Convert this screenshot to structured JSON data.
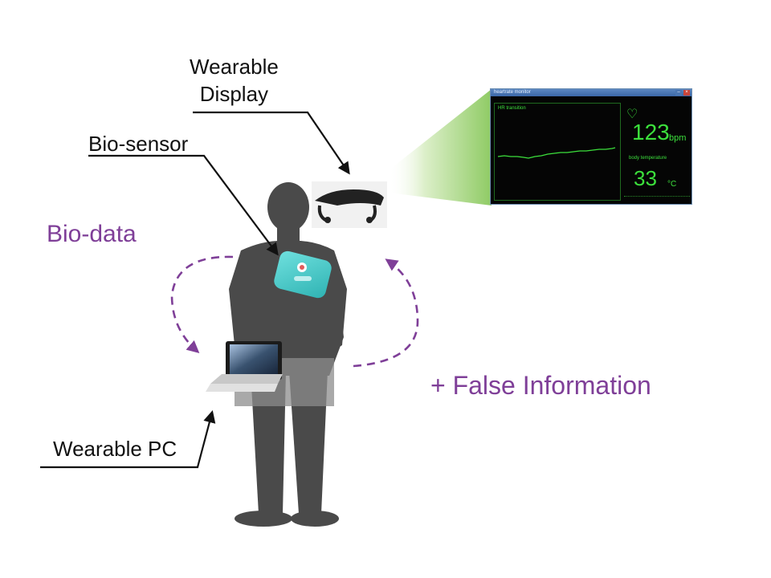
{
  "labels": {
    "wearable_display_line1": "Wearable",
    "wearable_display_line2": "Display",
    "bio_sensor": "Bio-sensor",
    "wearable_pc": "Wearable PC",
    "bio_data": "Bio-data",
    "false_information": "+ False Information"
  },
  "monitor": {
    "window_title": "heartrate monitor",
    "panel_title": "HR transition",
    "heart_rate_value": "123",
    "heart_rate_unit": "bpm",
    "temperature_label": "body temperature",
    "temperature_value": "33",
    "temperature_unit": "°C"
  },
  "colors": {
    "accent_purple": "#7f3f98",
    "monitor_green": "#3ce03c",
    "beam_green": "#9ed37a",
    "sensor_teal": "#3fc9c9",
    "silhouette_gray": "#4a4a4a"
  }
}
